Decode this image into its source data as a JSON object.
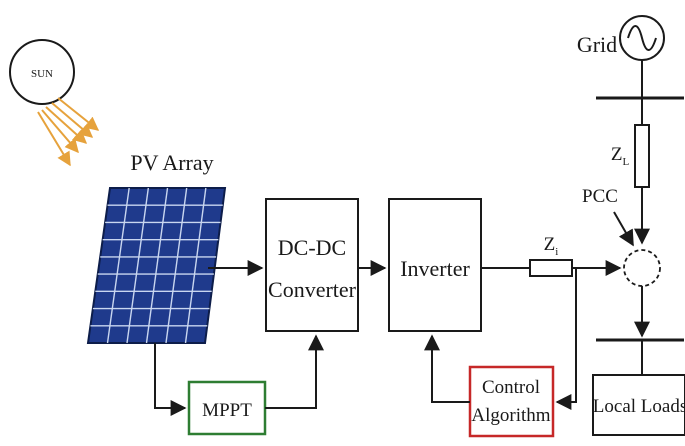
{
  "sun": {
    "label": "SUN"
  },
  "pv_array": {
    "label": "PV Array"
  },
  "dcdc": {
    "line1": "DC-DC",
    "line2": "Converter"
  },
  "inverter": {
    "label": "Inverter"
  },
  "mppt": {
    "label": "MPPT"
  },
  "control": {
    "line1": "Control",
    "line2": "Algorithm"
  },
  "grid": {
    "label": "Grid"
  },
  "pcc": {
    "label": "PCC"
  },
  "impedance_line": {
    "label": "Z",
    "subscript": "L"
  },
  "impedance_inverter": {
    "label": "Z",
    "subscript": "i"
  },
  "local_loads": {
    "label": "Local Loads"
  },
  "colors": {
    "panel_fill": "#1f3a8c",
    "panel_grid": "#c9d6f0",
    "mppt_border": "#2e7d32",
    "control_border": "#c62828",
    "sun_ray": "#e6a23c",
    "line": "#1a1a1a"
  }
}
